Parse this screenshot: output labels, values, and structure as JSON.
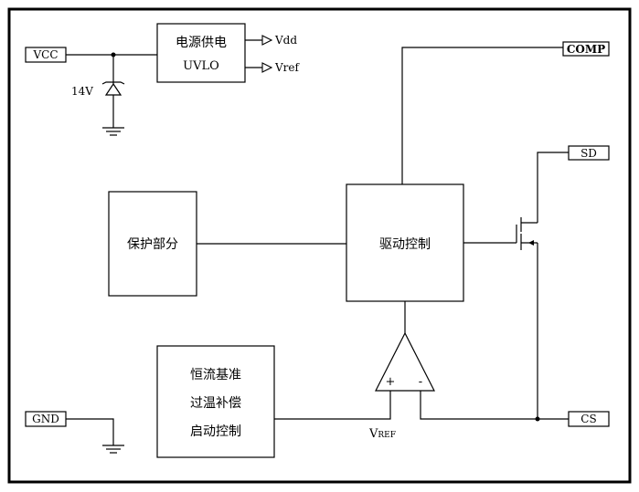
{
  "pins": {
    "vcc": "VCC",
    "gnd": "GND",
    "comp": "COMP",
    "sd": "SD",
    "cs": "CS"
  },
  "power_block": {
    "line1": "电源供电",
    "line2": "UVLO"
  },
  "outputs": {
    "vdd": "Vdd",
    "vref": "Vref"
  },
  "zener": {
    "label": "14V"
  },
  "protection_block": {
    "label": "保护部分"
  },
  "driver_block": {
    "label": "驱动控制"
  },
  "reference_block": {
    "line1": "恒流基准",
    "line2": "过温补偿",
    "line3": "启动控制"
  },
  "opamp": {
    "plus": "+",
    "minus": "-",
    "ref_label_main": "V",
    "ref_label_sub": "REF"
  }
}
